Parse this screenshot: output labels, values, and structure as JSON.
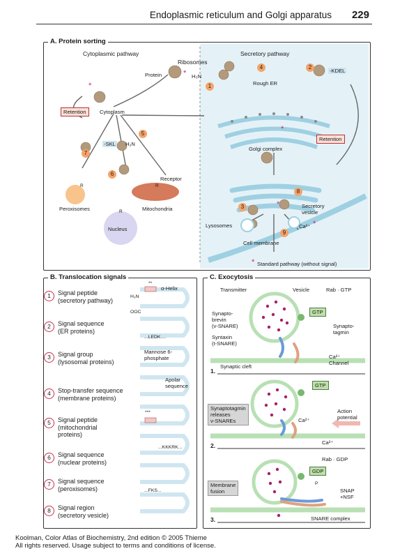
{
  "header": {
    "title": "Endoplasmic reticulum and Golgi apparatus",
    "page": "229"
  },
  "panelA": {
    "title": "A. Protein sorting",
    "cytoplasmic": "Cytoplasmic pathway",
    "secretory": "Secretory pathway",
    "ribosomes": "Ribosomes",
    "protein": "Protein",
    "h3n": "H₃N",
    "rough_er": "Rough ER",
    "kdel": "-KDEL",
    "retention_left": "Retention",
    "retention_right": "Retention",
    "cytoplasm": "Cytoplasm",
    "skl": "-SKL",
    "h2n": "H₂N",
    "golgi": "Golgi complex",
    "receptor": "Receptor",
    "r": "R",
    "peroxisomes": "Peroxisomes",
    "mitochondria": "Mitochondria",
    "nucleus": "Nucleus",
    "lysosomes": "Lysosomes",
    "secretory_vesicle": "Secretory\nvesicle",
    "ca": "Ca²⁺",
    "cell_membrane": "Cell membrane",
    "asterisk": "*",
    "legend": "Standard pathway (without signal)",
    "numbers": {
      "n1": "1",
      "n2": "2",
      "n3": "3",
      "n4": "4",
      "n5": "5",
      "n6": "6",
      "n7": "7",
      "n8": "8",
      "n9": "9"
    }
  },
  "panelB": {
    "title": "B. Translocation signals",
    "signals": [
      {
        "num": "1",
        "label": "Signal peptide\n(secretory pathway)"
      },
      {
        "num": "2",
        "label": "Signal sequence\n(ER proteins)"
      },
      {
        "num": "3",
        "label": "Signal group\n(lysosomal proteins)"
      },
      {
        "num": "4",
        "label": "Stop-transfer sequence\n(membrane proteins)"
      },
      {
        "num": "5",
        "label": "Signal peptide\n(mitochondrial\nproteins)"
      },
      {
        "num": "6",
        "label": "Signal sequence\n(nuclear proteins)"
      },
      {
        "num": "7",
        "label": "Signal sequence\n(peroxisomes)"
      },
      {
        "num": "8",
        "label": "Signal region\n(secretory vesicle)"
      }
    ],
    "alpha_helix": "α-Helix",
    "kdel_seq": "...LEDK....",
    "mannose": "Mannose 6-\nphosphate",
    "apolar": "Apolar\nsequence",
    "kkkrk": "...KKKRK...",
    "fks": "...FKS...",
    "h3n": "H₃N",
    "ooc": "OOC",
    "plus2": "**",
    "plus3": "***"
  },
  "panelC": {
    "title": "C. Exocytosis",
    "transmitter": "Transmitter",
    "vesicle": "Vesicle",
    "rab_gtp": "Rab · GTP",
    "gtp1": "GTP",
    "synaptobrevin": "Synapto-\nbrevin\n(v-SNARE)",
    "synaptotagmin": "Synapto-\ntagmin",
    "syntaxin": "Syntaxin\n(t-SNARE)",
    "ca_channel": "Ca²⁺\nChannel",
    "synaptic_cleft": "Synaptic cleft",
    "step1": "1.",
    "gtp2": "GTP",
    "synaptotagmin_note": "Synaptotagmin\nreleases\nv-SNAREs",
    "ca2": "Ca²⁺",
    "action_potential": "Action\npotential",
    "ca3": "Ca²⁺",
    "step2": "2.",
    "rab_gdp": "Rab · GDP",
    "gdp": "GDP",
    "p": "P",
    "membrane_fusion": "Membrane\nfusion",
    "snap_nsf": "SNAP\n+NSF",
    "snare_complex": "SNARE complex",
    "step3": "3."
  },
  "footer": {
    "line1": "Koolman, Color Atlas of Biochemistry, 2nd edition © 2005 Thieme",
    "line2": "All rights reserved. Usage subject to terms and conditions of license."
  },
  "colors": {
    "accent_pink": "#d4206a",
    "membrane_blue": "#9fd0e2",
    "protein_brown": "#b39a7c",
    "number_orange": "#f4a46a"
  }
}
